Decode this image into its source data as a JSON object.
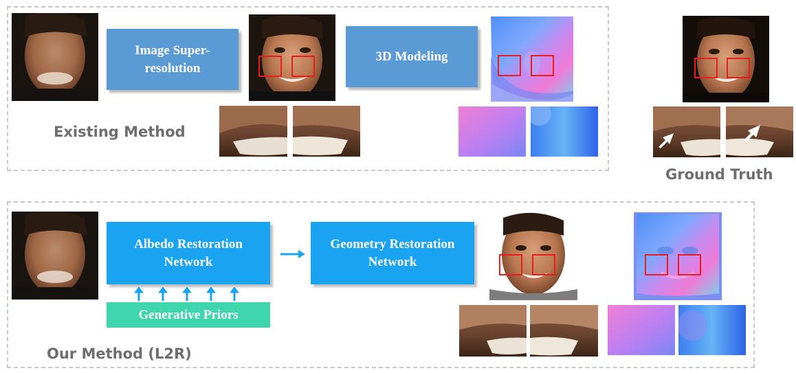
{
  "existing": {
    "label": "Existing Method",
    "step1": "Image Super-resolution",
    "step2": "3D Modeling"
  },
  "ground_truth": {
    "label": "Ground Truth"
  },
  "ours": {
    "label": "Our Method (L2R)",
    "step1": "Albedo Restoration Network",
    "step2": "Geometry Restoration Network",
    "priors": "Generative Priors"
  },
  "colors": {
    "steel_box": "#5b9bd5",
    "sky_box": "#1aa3f0",
    "mint_box": "#3fd6ad",
    "roi_red": "#e81e1e",
    "arrow_blue": "#1aa3f0",
    "dash_gray": "#c8c8c8",
    "label_gray": "#6e6e6e"
  }
}
